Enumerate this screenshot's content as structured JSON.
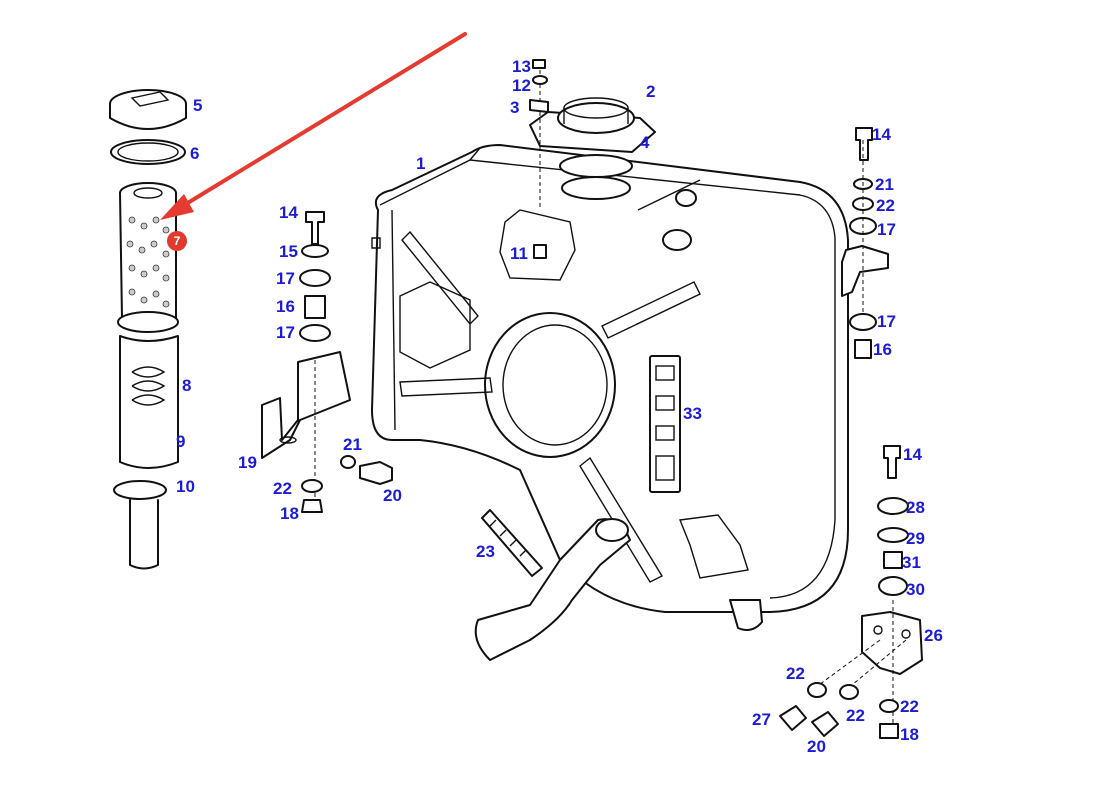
{
  "diagram": {
    "accent_color": "#e53a2f",
    "label_color": "#1c1cd4",
    "highlighted_part": "7",
    "labels": [
      "13",
      "12",
      "3",
      "2",
      "1",
      "4",
      "11",
      "5",
      "6",
      "14",
      "15",
      "17",
      "16",
      "17",
      "8",
      "9",
      "10",
      "19",
      "21",
      "22",
      "20",
      "18",
      "23",
      "33",
      "14",
      "21",
      "22",
      "17",
      "17",
      "16",
      "14",
      "28",
      "29",
      "31",
      "30",
      "26",
      "22",
      "27",
      "22",
      "20",
      "22",
      "18"
    ]
  }
}
